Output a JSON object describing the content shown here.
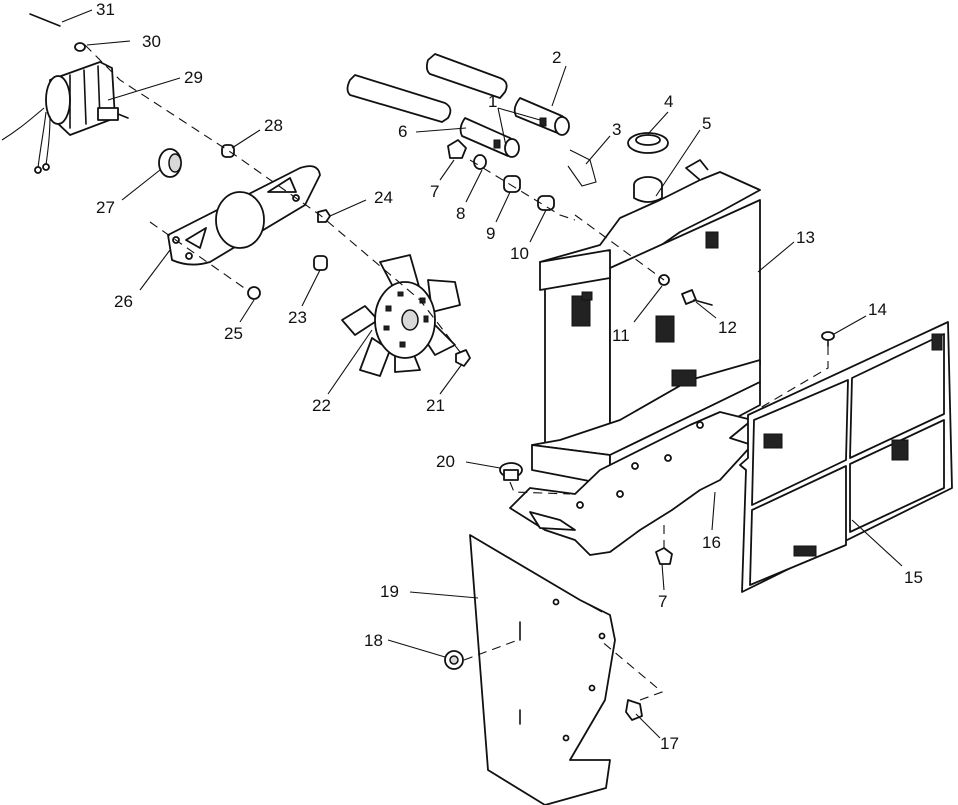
{
  "figure": {
    "kind": "exploded parts diagram"
  },
  "callouts": [
    {
      "id": "31",
      "label": "31"
    },
    {
      "id": "30",
      "label": "30"
    },
    {
      "id": "29",
      "label": "29"
    },
    {
      "id": "28",
      "label": "28"
    },
    {
      "id": "27",
      "label": "27"
    },
    {
      "id": "26",
      "label": "26"
    },
    {
      "id": "25",
      "label": "25"
    },
    {
      "id": "24",
      "label": "24"
    },
    {
      "id": "23",
      "label": "23"
    },
    {
      "id": "22",
      "label": "22"
    },
    {
      "id": "21",
      "label": "21"
    },
    {
      "id": "20",
      "label": "20"
    },
    {
      "id": "19",
      "label": "19"
    },
    {
      "id": "18",
      "label": "18"
    },
    {
      "id": "17",
      "label": "17"
    },
    {
      "id": "16",
      "label": "16"
    },
    {
      "id": "15",
      "label": "15"
    },
    {
      "id": "14",
      "label": "14"
    },
    {
      "id": "13",
      "label": "13"
    },
    {
      "id": "12",
      "label": "12"
    },
    {
      "id": "11",
      "label": "11"
    },
    {
      "id": "10",
      "label": "10"
    },
    {
      "id": "9",
      "label": "9"
    },
    {
      "id": "8",
      "label": "8"
    },
    {
      "id": "7a",
      "label": "7"
    },
    {
      "id": "7b",
      "label": "7"
    },
    {
      "id": "6",
      "label": "6"
    },
    {
      "id": "5",
      "label": "5"
    },
    {
      "id": "4",
      "label": "4"
    },
    {
      "id": "3",
      "label": "3"
    },
    {
      "id": "2",
      "label": "2"
    },
    {
      "id": "1",
      "label": "1"
    }
  ]
}
